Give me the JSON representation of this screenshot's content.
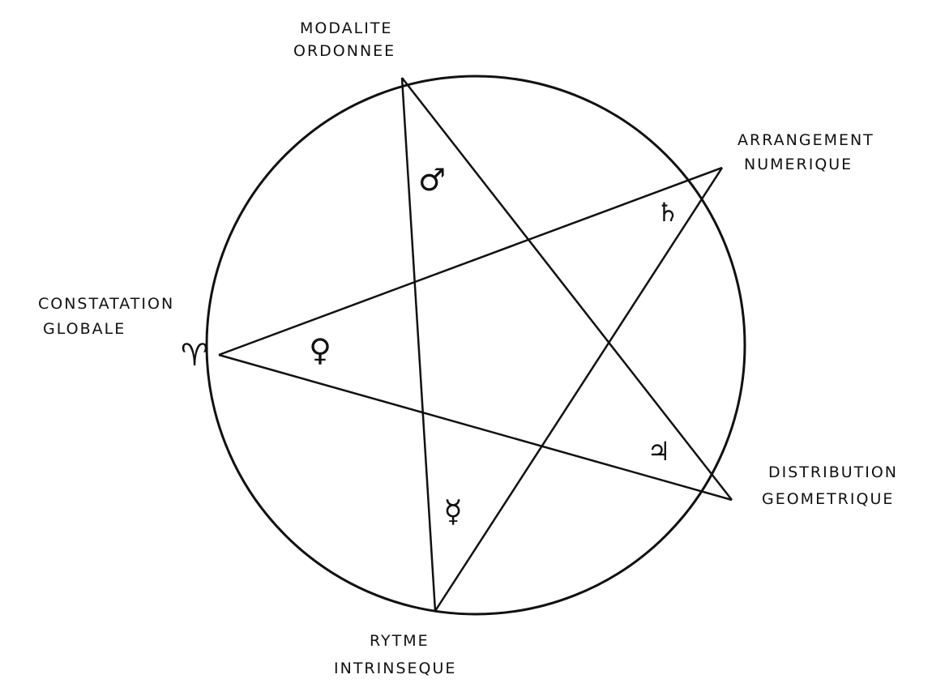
{
  "diagram": {
    "labels": {
      "top": [
        "MODALITE",
        "ORDONNEE"
      ],
      "upper_right": [
        "ARRANGEMENT",
        "NUMERIQUE"
      ],
      "left": [
        "CONSTATATION",
        "GLOBALE"
      ],
      "lower_right": [
        "DISTRIBUTION",
        "GEOMETRIQUE"
      ],
      "bottom": [
        "RYTME",
        "INTRINSEQUE"
      ]
    },
    "symbols": {
      "left_vertex": "♈",
      "mars": "♂",
      "saturn": "♄",
      "venus": "♀",
      "jupiter": "♃",
      "mercury": "☿"
    },
    "colors": {
      "ink": "#111111",
      "paper": "#ffffff"
    }
  }
}
